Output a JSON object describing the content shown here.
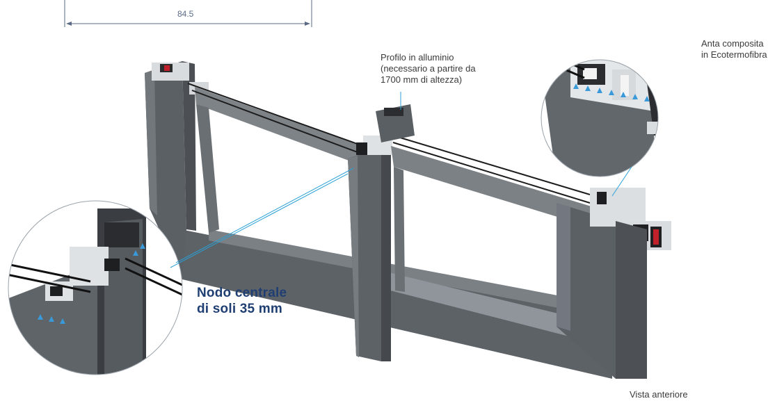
{
  "dimension": {
    "value": "84.5"
  },
  "labels": {
    "aluminium_profile": "Profilo in alluminio\n(necessario a partire da\n1700 mm di altezza)",
    "composite_sash": "Anta composita\nin Ecotermofibra",
    "central_node": "Nodo centrale\ndi soli 35 mm",
    "front_view": "Vista anteriore"
  },
  "colors": {
    "frame": "#5f6469",
    "frame_dark": "#3e4246",
    "frame_light": "#8c9196",
    "pvc_insert": "#e8eaec",
    "glass_line": "#1c1c1c",
    "callout_line": "#2aa0d6",
    "accent_red": "#c0202a",
    "headline": "#1f3f73",
    "arrow_blue": "#3a9ad9"
  }
}
